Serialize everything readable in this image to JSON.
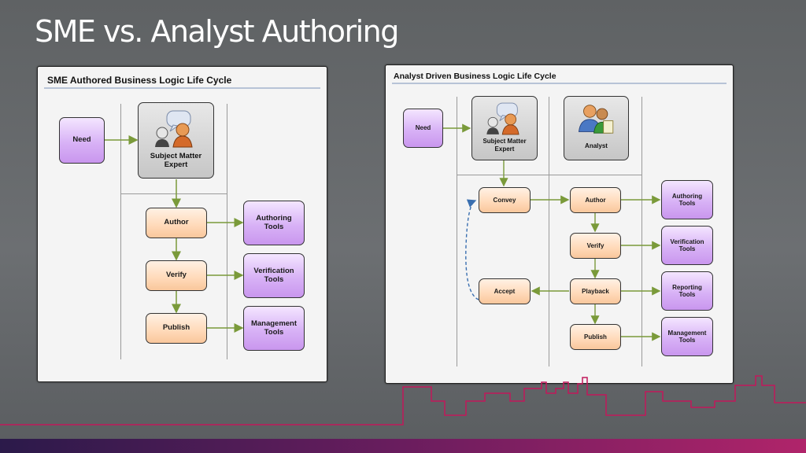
{
  "slide": {
    "title": "SME vs. Analyst Authoring"
  },
  "left_panel": {
    "title": "SME Authored Business Logic Life Cycle",
    "need": "Need",
    "role": "Subject Matter Expert",
    "steps": [
      "Author",
      "Verify",
      "Publish"
    ],
    "tools": [
      "Authoring Tools",
      "Verification Tools",
      "Management Tools"
    ]
  },
  "right_panel": {
    "title": "Analyst Driven Business Logic Life Cycle",
    "need": "Need",
    "roles": [
      "Subject Matter Expert",
      "Analyst"
    ],
    "sme_steps": [
      "Convey",
      "Accept"
    ],
    "analyst_steps": [
      "Author",
      "Verify",
      "Playback",
      "Publish"
    ],
    "tools": [
      "Authoring Tools",
      "Verification Tools",
      "Reporting Tools",
      "Management Tools"
    ]
  },
  "colors": {
    "arrow": "#7a9a3a",
    "return_arrow": "#3a6fb0",
    "tool_box": "#d8b2f6",
    "step_box": "#ffd9b8",
    "skyline": "#c2185b"
  },
  "icons": [
    "person-speech-icon",
    "analyst-people-icon"
  ]
}
